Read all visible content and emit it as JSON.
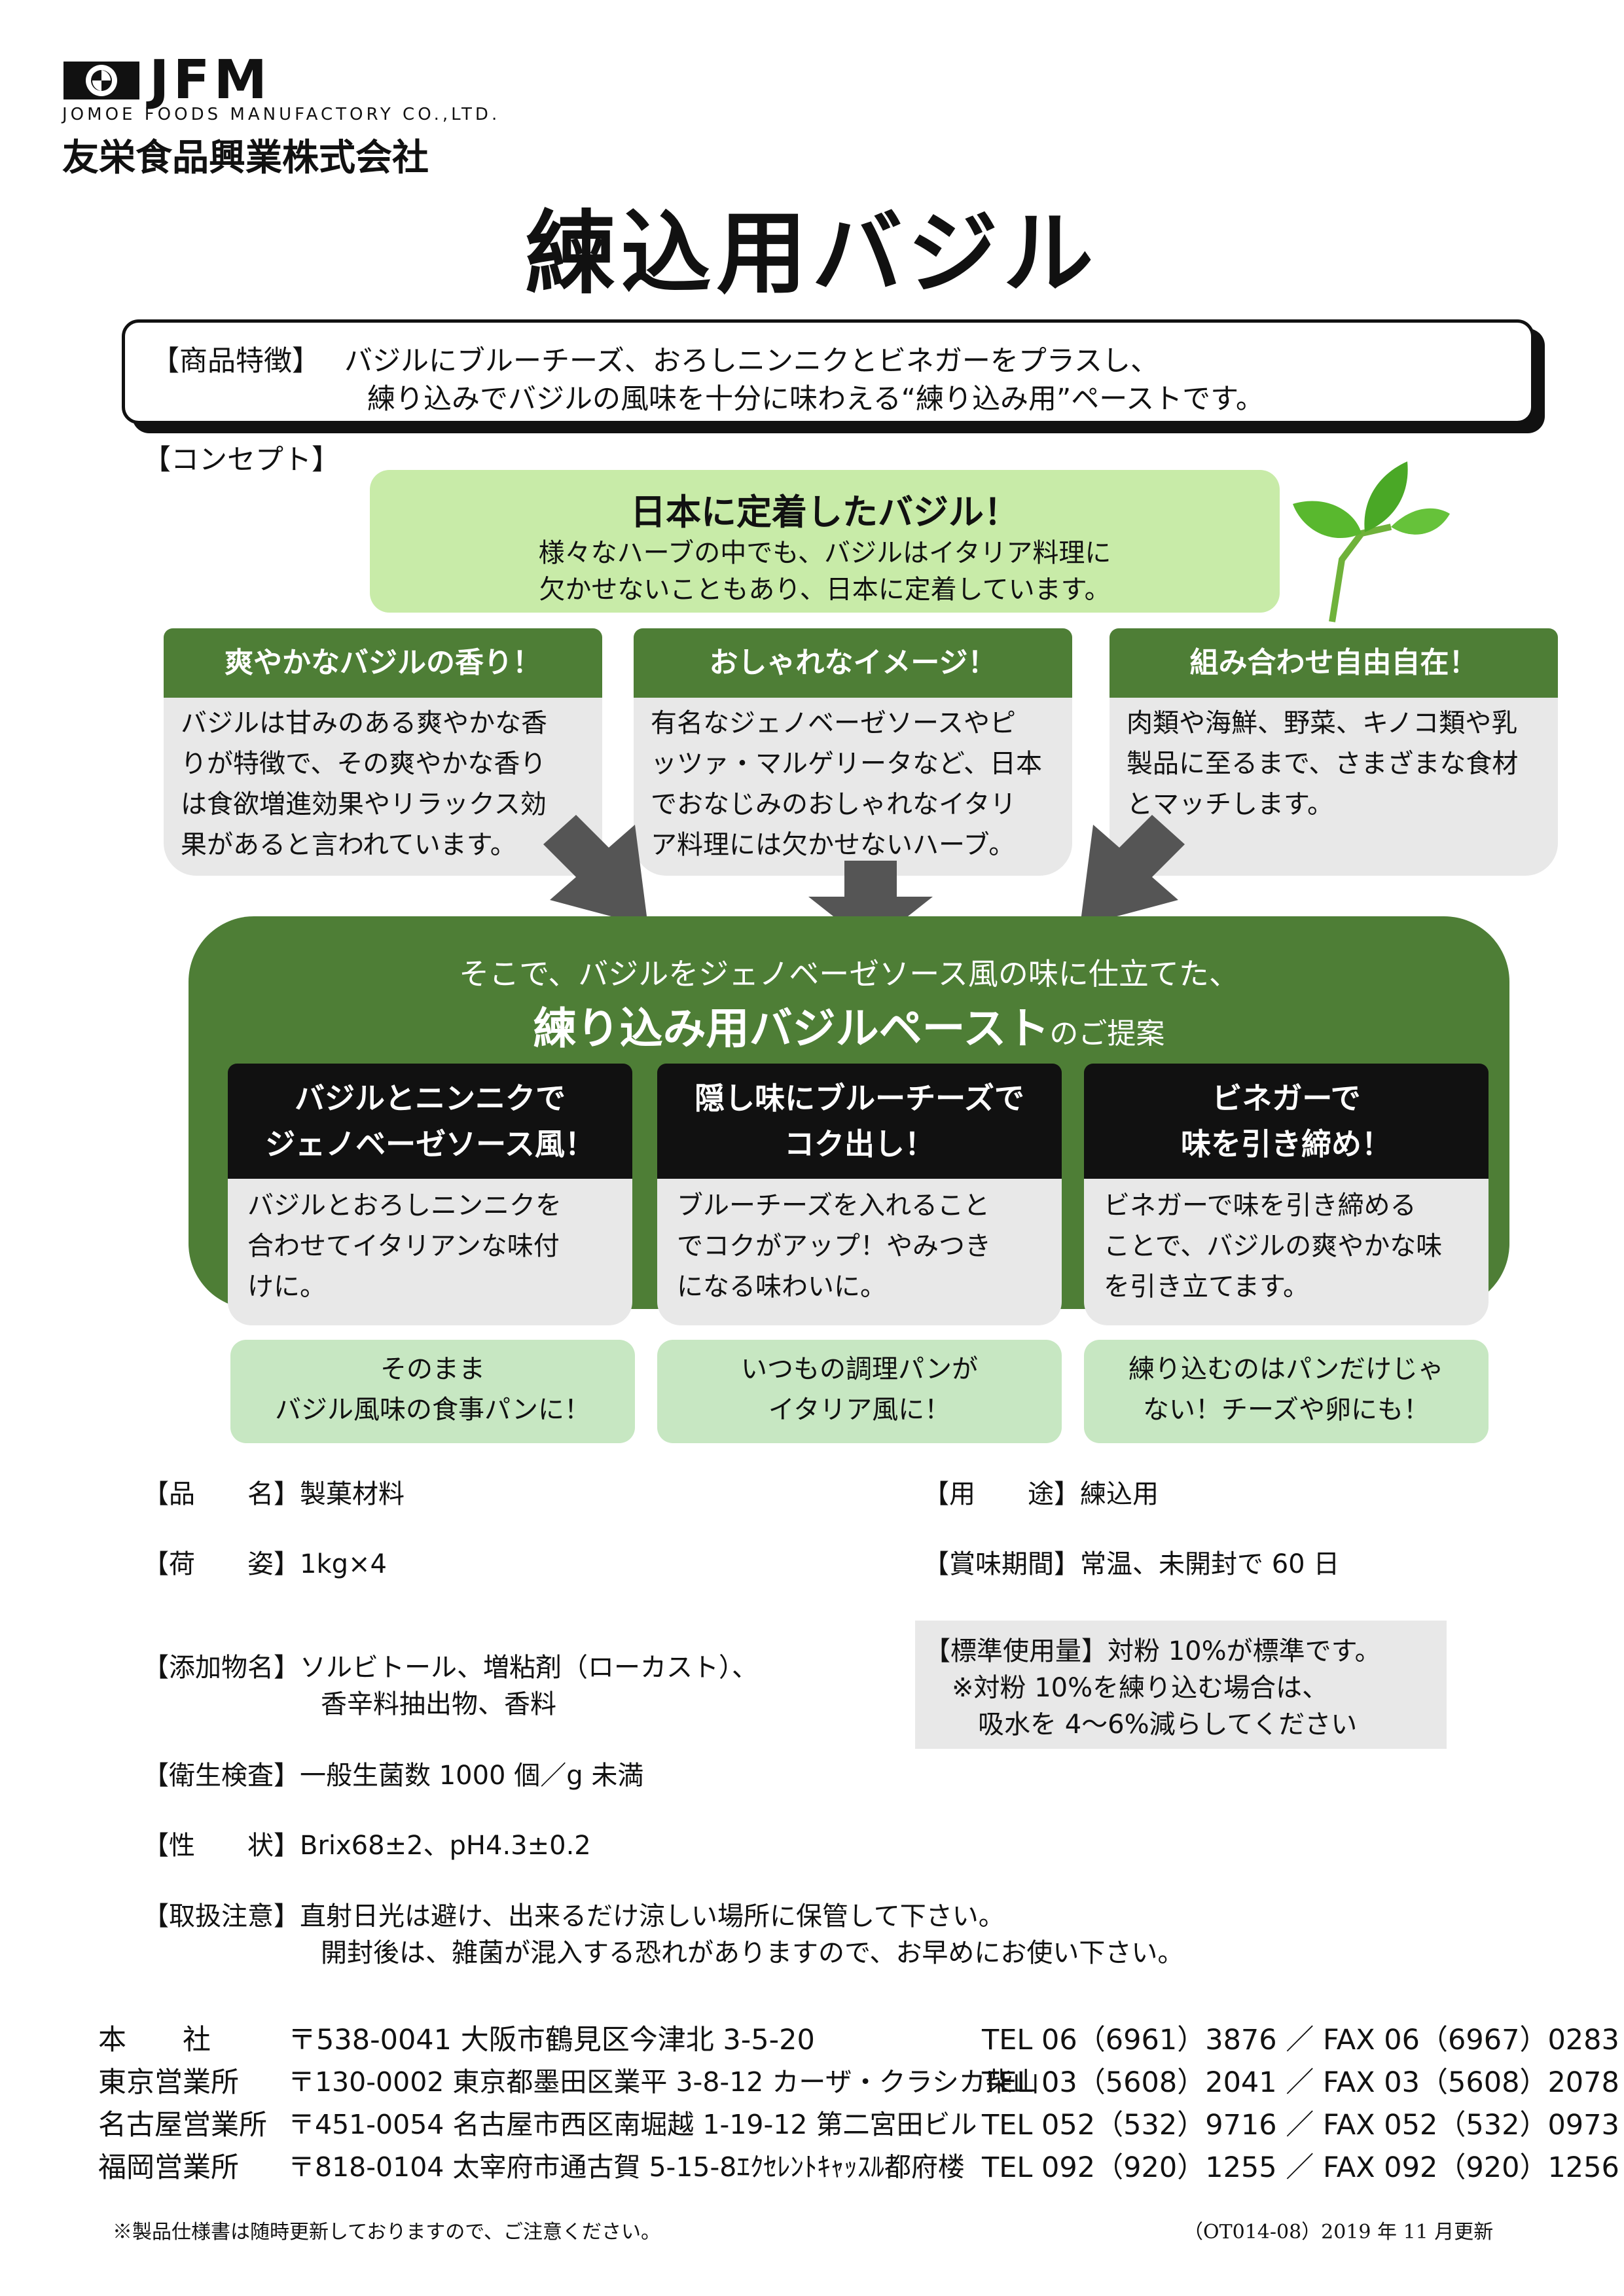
{
  "header": {
    "logo_text": "JFM",
    "logo_en": "JOMOE FOODS MANUFACTORY CO.,LTD.",
    "company": "友栄食品興業株式会社"
  },
  "title": "練込用バジル",
  "feature": {
    "label": "【商品特徴】",
    "line1": "バジルにブルーチーズ、おろしニンニクとビネガーをプラスし、",
    "line2": "練り込みでバジルの風味を十分に味わえる“練り込み用”ペーストです。"
  },
  "concept": {
    "label": "【コンセプト】",
    "hero_title": "日本に定着したバジル！",
    "hero_text_1": "様々なハーブの中でも、バジルはイタリア料理に",
    "hero_text_2": "欠かせないこともあり、日本に定着しています。",
    "cards": [
      {
        "title": "爽やかなバジルの香り！",
        "lines": [
          "バジルは甘みのある爽やかな香",
          "りが特徴で、その爽やかな香り",
          "は食欲増進効果やリラックス効",
          "果があると言われています。"
        ]
      },
      {
        "title": "おしゃれなイメージ！",
        "lines": [
          "有名なジェノベーゼソースやピ",
          "ッツァ・マルゲリータなど、日本",
          "でおなじみのおしゃれなイタリ",
          "ア料理には欠かせないハーブ。"
        ]
      },
      {
        "title": "組み合わせ自由自在！",
        "lines": [
          "肉類や海鮮、野菜、キノコ類や乳",
          "製品に至るまで、さまざまな食材",
          "とマッチします。",
          ""
        ]
      }
    ]
  },
  "proposal": {
    "intro": "そこで、バジルをジェノベーゼソース風の味に仕立てた、",
    "headline": "練り込み用バジルペースト",
    "headline_suffix": "のご提案",
    "items": [
      {
        "head_1": "バジルとニンニクで",
        "head_2": "ジェノベーゼソース風！",
        "lines": [
          "バジルとおろしニンニクを",
          "合わせてイタリアンな味付",
          "けに。"
        ]
      },
      {
        "head_1": "隠し味にブルーチーズで",
        "head_2": "コク出し！",
        "lines": [
          "ブルーチーズを入れること",
          "でコクがアップ！やみつき",
          "になる味わいに。"
        ]
      },
      {
        "head_1": "ビネガーで",
        "head_2": "味を引き締め！",
        "lines": [
          "ビネガーで味を引き締める",
          "ことで、バジルの爽やかな味",
          "を引き立てます。"
        ]
      }
    ],
    "notes": [
      {
        "l1": "そのまま",
        "l2": "バジル風味の食事パンに！"
      },
      {
        "l1": "いつもの調理パンが",
        "l2": "イタリア風に！"
      },
      {
        "l1": "練り込むのはパンだけじゃ",
        "l2": "ない！チーズや卵にも！"
      }
    ]
  },
  "specs": {
    "name_label": "【品　　名】",
    "name": "製菓材料",
    "use_label": "【用　　途】",
    "use": "練込用",
    "pack_label": "【荷　　姿】",
    "pack": "1kg×4",
    "shelf_label": "【賞味期間】",
    "shelf": "常温、未開封で 60 日",
    "additive_label": "【添加物名】",
    "additive_1": "ソルビトール、増粘剤（ローカスト）、",
    "additive_2": "香辛料抽出物、香料",
    "usage_label": "【標準使用量】",
    "usage": "対粉 10%が標準です。",
    "usage_note_1": "※対粉 10%を練り込む場合は、",
    "usage_note_2": "吸水を 4～6%減らしてください",
    "hygiene_label": "【衛生検査】",
    "hygiene": "一般生菌数 1000 個／g 未満",
    "property_label": "【性　　状】",
    "property": "Brix68±2、pH4.3±0.2",
    "handling_label": "【取扱注意】",
    "handling_1": "直射日光は避け、出来るだけ涼しい場所に保管して下さい。",
    "handling_2": "開封後は、雑菌が混入する恐れがありますので、お早めにお使い下さい。"
  },
  "offices": [
    {
      "name": "本　　社",
      "addr": "〒538-0041 大阪市鶴見区今津北 3-5-20",
      "tel": "TEL 06（6961）3876 ／ FAX 06（6967）0283"
    },
    {
      "name": "東京営業所",
      "addr": "〒130-0002 東京都墨田区業平 3-8-12 カーザ・クラシカ柴山",
      "tel": "TEL 03（5608）2041 ／ FAX 03（5608）2078"
    },
    {
      "name": "名古屋営業所",
      "addr": "〒451-0054 名古屋市西区南堀越 1-19-12 第二宮田ビル",
      "tel": "TEL 052（532）9716 ／ FAX 052（532）0973"
    },
    {
      "name": "福岡営業所",
      "addr": "〒818-0104 太宰府市通古賀 5-15-8ｴｸｾﾚﾝﾄｷｬｯｽﾙ都府楼",
      "tel": "TEL 092（920）1255 ／ FAX 092（920）1256"
    }
  ],
  "footer": {
    "note": "※製品仕様書は随時更新しておりますので、ご注意ください。",
    "revision": "（OT014-08）2019 年 11 月更新"
  },
  "colors": {
    "dark_green": "#4e7e36",
    "light_green": "#c8eba8",
    "note_green": "#c7e7c2",
    "gray": "#e8e8e8"
  }
}
